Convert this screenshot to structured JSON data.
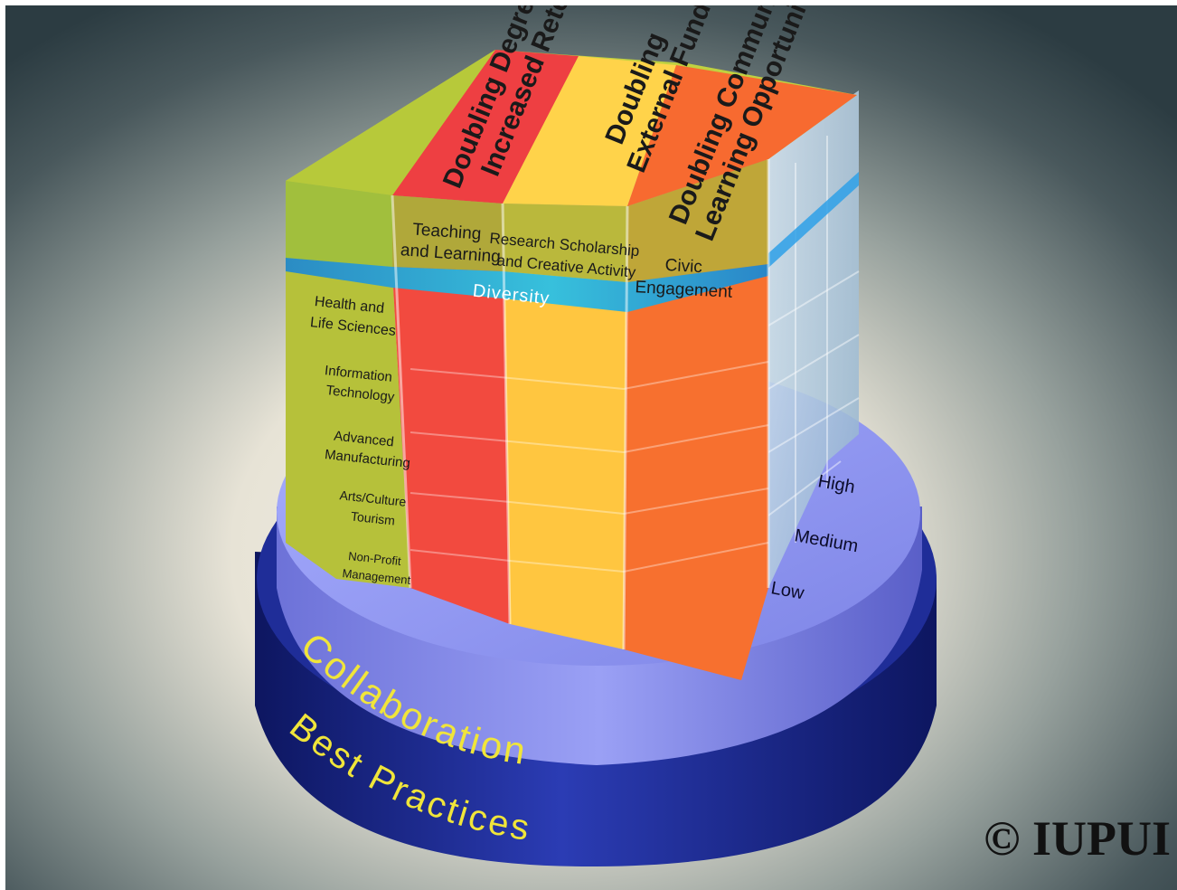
{
  "top_face": {
    "goals": [
      {
        "line1": "Doubling Degrees and",
        "line2": "Increased Retention"
      },
      {
        "line1": "Doubling",
        "line2": "External Funding"
      },
      {
        "line1": "Doubling Community",
        "line2": "Learning Opportunities"
      }
    ]
  },
  "front_face": {
    "missions": [
      {
        "line1": "Teaching",
        "line2": "and Learning"
      },
      {
        "line1": "Research Scholarship",
        "line2": "and Creative Activity"
      },
      {
        "line1": "Civic",
        "line2": "Engagement"
      }
    ],
    "band_label": "Diversity",
    "sectors": [
      {
        "line1": "Health and",
        "line2": "Life Sciences"
      },
      {
        "line1": "Information",
        "line2": "Technology"
      },
      {
        "line1": "Advanced",
        "line2": "Manufacturing"
      },
      {
        "line1": "Arts/Culture",
        "line2": "Tourism"
      },
      {
        "line1": "Non-Profit",
        "line2": "Management"
      }
    ]
  },
  "right_face": {
    "levels": [
      "High",
      "Medium",
      "Low"
    ]
  },
  "base": {
    "upper_ring_label": "Collaboration",
    "lower_ring_label": "Best Practices"
  },
  "copyright": "© IUPUI",
  "colors": {
    "olive": "#a8b83a",
    "red": "#f0443a",
    "yellow": "#ffd23a",
    "orange": "#f5722e",
    "glass_blue": "#a9c7e0",
    "disc_top": "#8f95ee",
    "disc_side": "#1c2a8f",
    "label_yellow": "#f0e53a",
    "background_dark": "#2f4046"
  }
}
